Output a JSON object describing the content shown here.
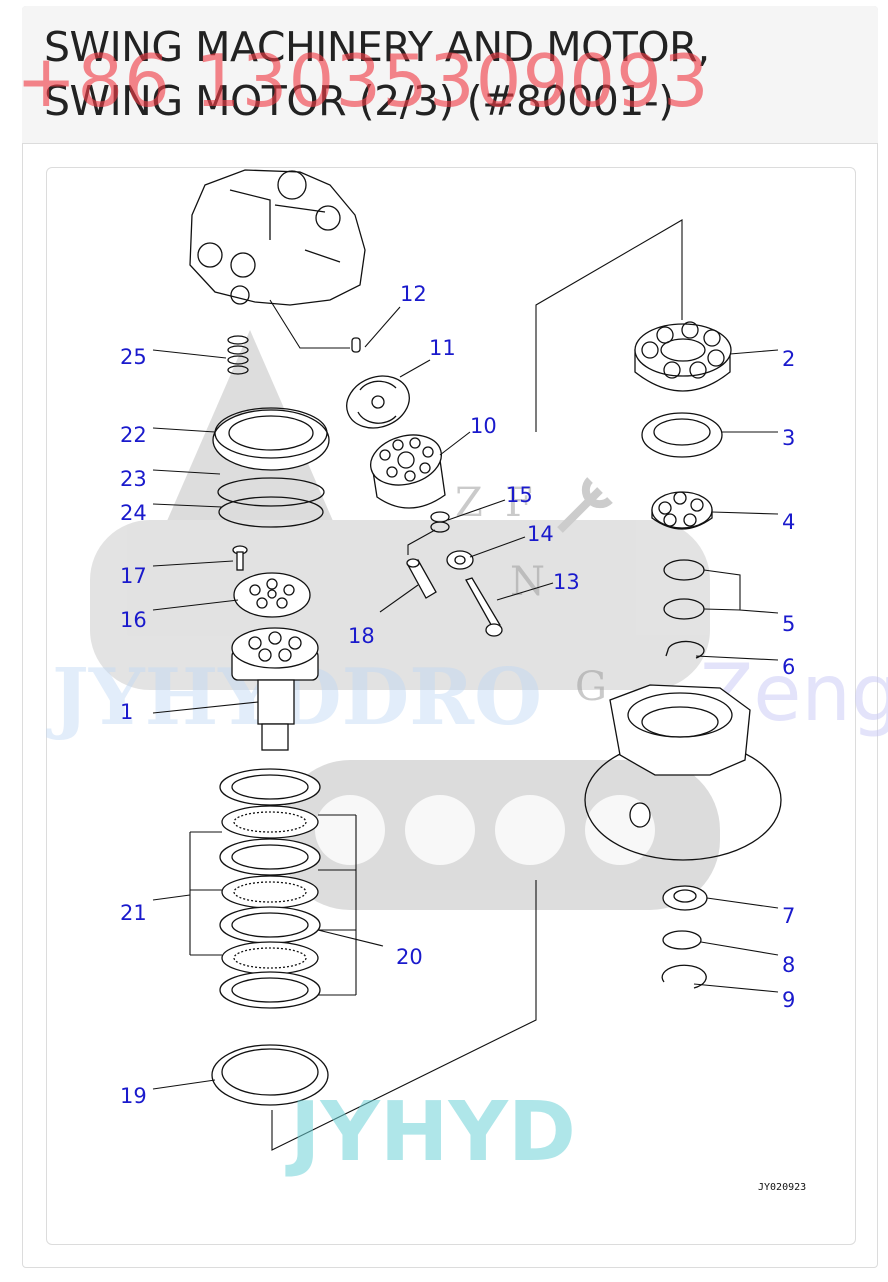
{
  "header": {
    "title_line1": "SWING MACHINERY AND MOTOR,",
    "title_line2": "SWING MOTOR (2/3) (#80001-)"
  },
  "watermarks": {
    "phone": "+86 13035309093",
    "ghost_text": "JYHYDDRO",
    "zeng": "Zeng",
    "jyhyd": "JYHYD",
    "logo_letters": [
      "Z",
      "F",
      "N",
      "G"
    ]
  },
  "diagram": {
    "drawing_code": "JY020923",
    "callouts": [
      "1",
      "2",
      "3",
      "4",
      "5",
      "6",
      "7",
      "8",
      "9",
      "10",
      "11",
      "12",
      "13",
      "14",
      "15",
      "16",
      "17",
      "18",
      "19",
      "20",
      "21",
      "22",
      "23",
      "24",
      "25"
    ]
  },
  "colors": {
    "callout": "#1a1acc",
    "phone_watermark": "#f03c46",
    "jyhyd_watermark": "#6ed2d7"
  }
}
